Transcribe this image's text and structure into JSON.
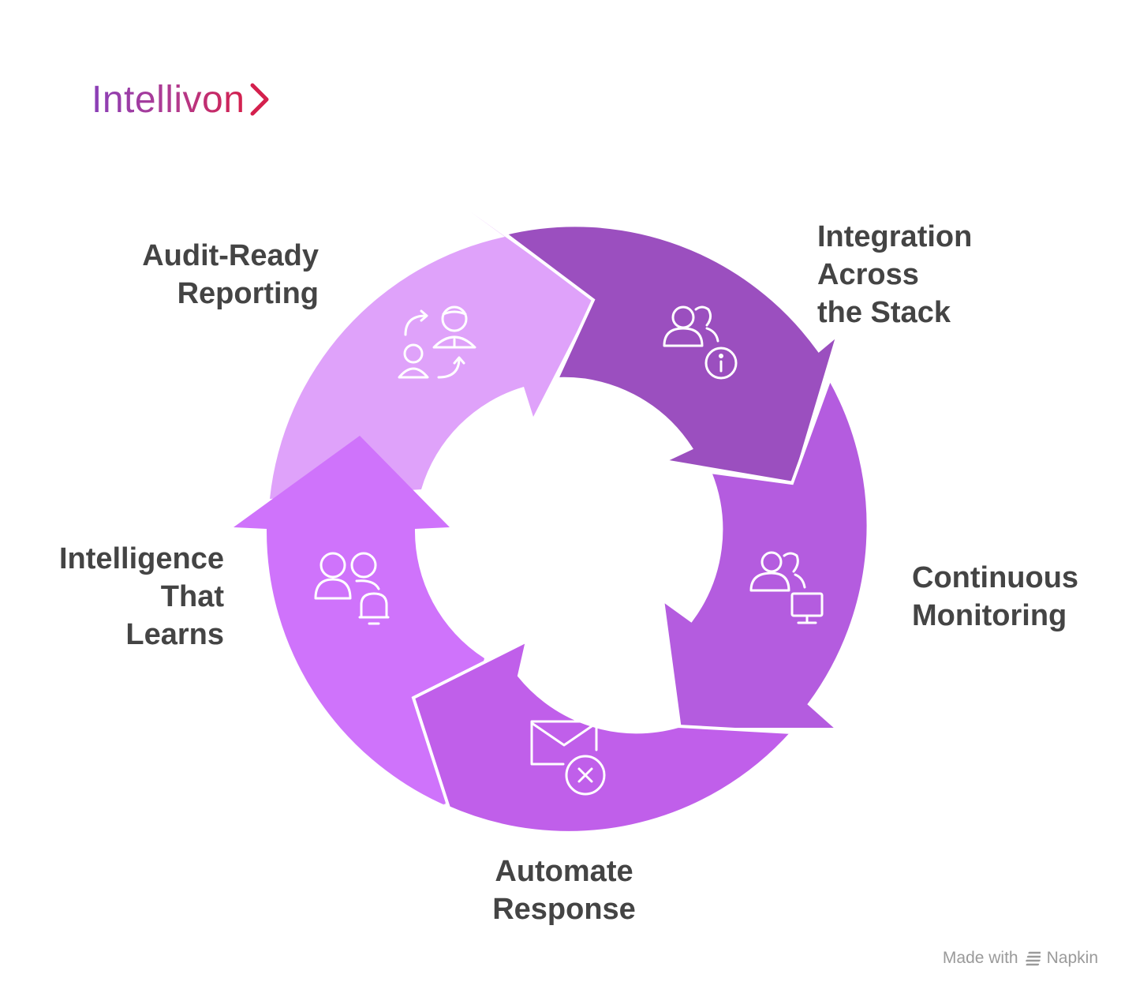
{
  "brand": {
    "name": "Intellivon"
  },
  "cycle": {
    "steps": [
      {
        "id": "audit",
        "lines": [
          "Audit-Ready",
          "Reporting"
        ],
        "color": "#dfa2fa",
        "icon": "users-exchange-icon"
      },
      {
        "id": "integration",
        "lines": [
          "Integration",
          "Across",
          "the Stack"
        ],
        "color": "#9b4fbf",
        "icon": "users-info-icon"
      },
      {
        "id": "monitoring",
        "lines": [
          "Continuous",
          "Monitoring"
        ],
        "color": "#b45cdf",
        "icon": "users-monitor-icon"
      },
      {
        "id": "automate",
        "lines": [
          "Automate",
          "Response"
        ],
        "color": "#c05fea",
        "icon": "mail-cancel-icon"
      },
      {
        "id": "intelligence",
        "lines": [
          "Intelligence",
          "That",
          "Learns"
        ],
        "color": "#cf73fb",
        "icon": "users-bell-icon"
      }
    ]
  },
  "footer": {
    "prefix": "Made with",
    "brand": "Napkin"
  }
}
